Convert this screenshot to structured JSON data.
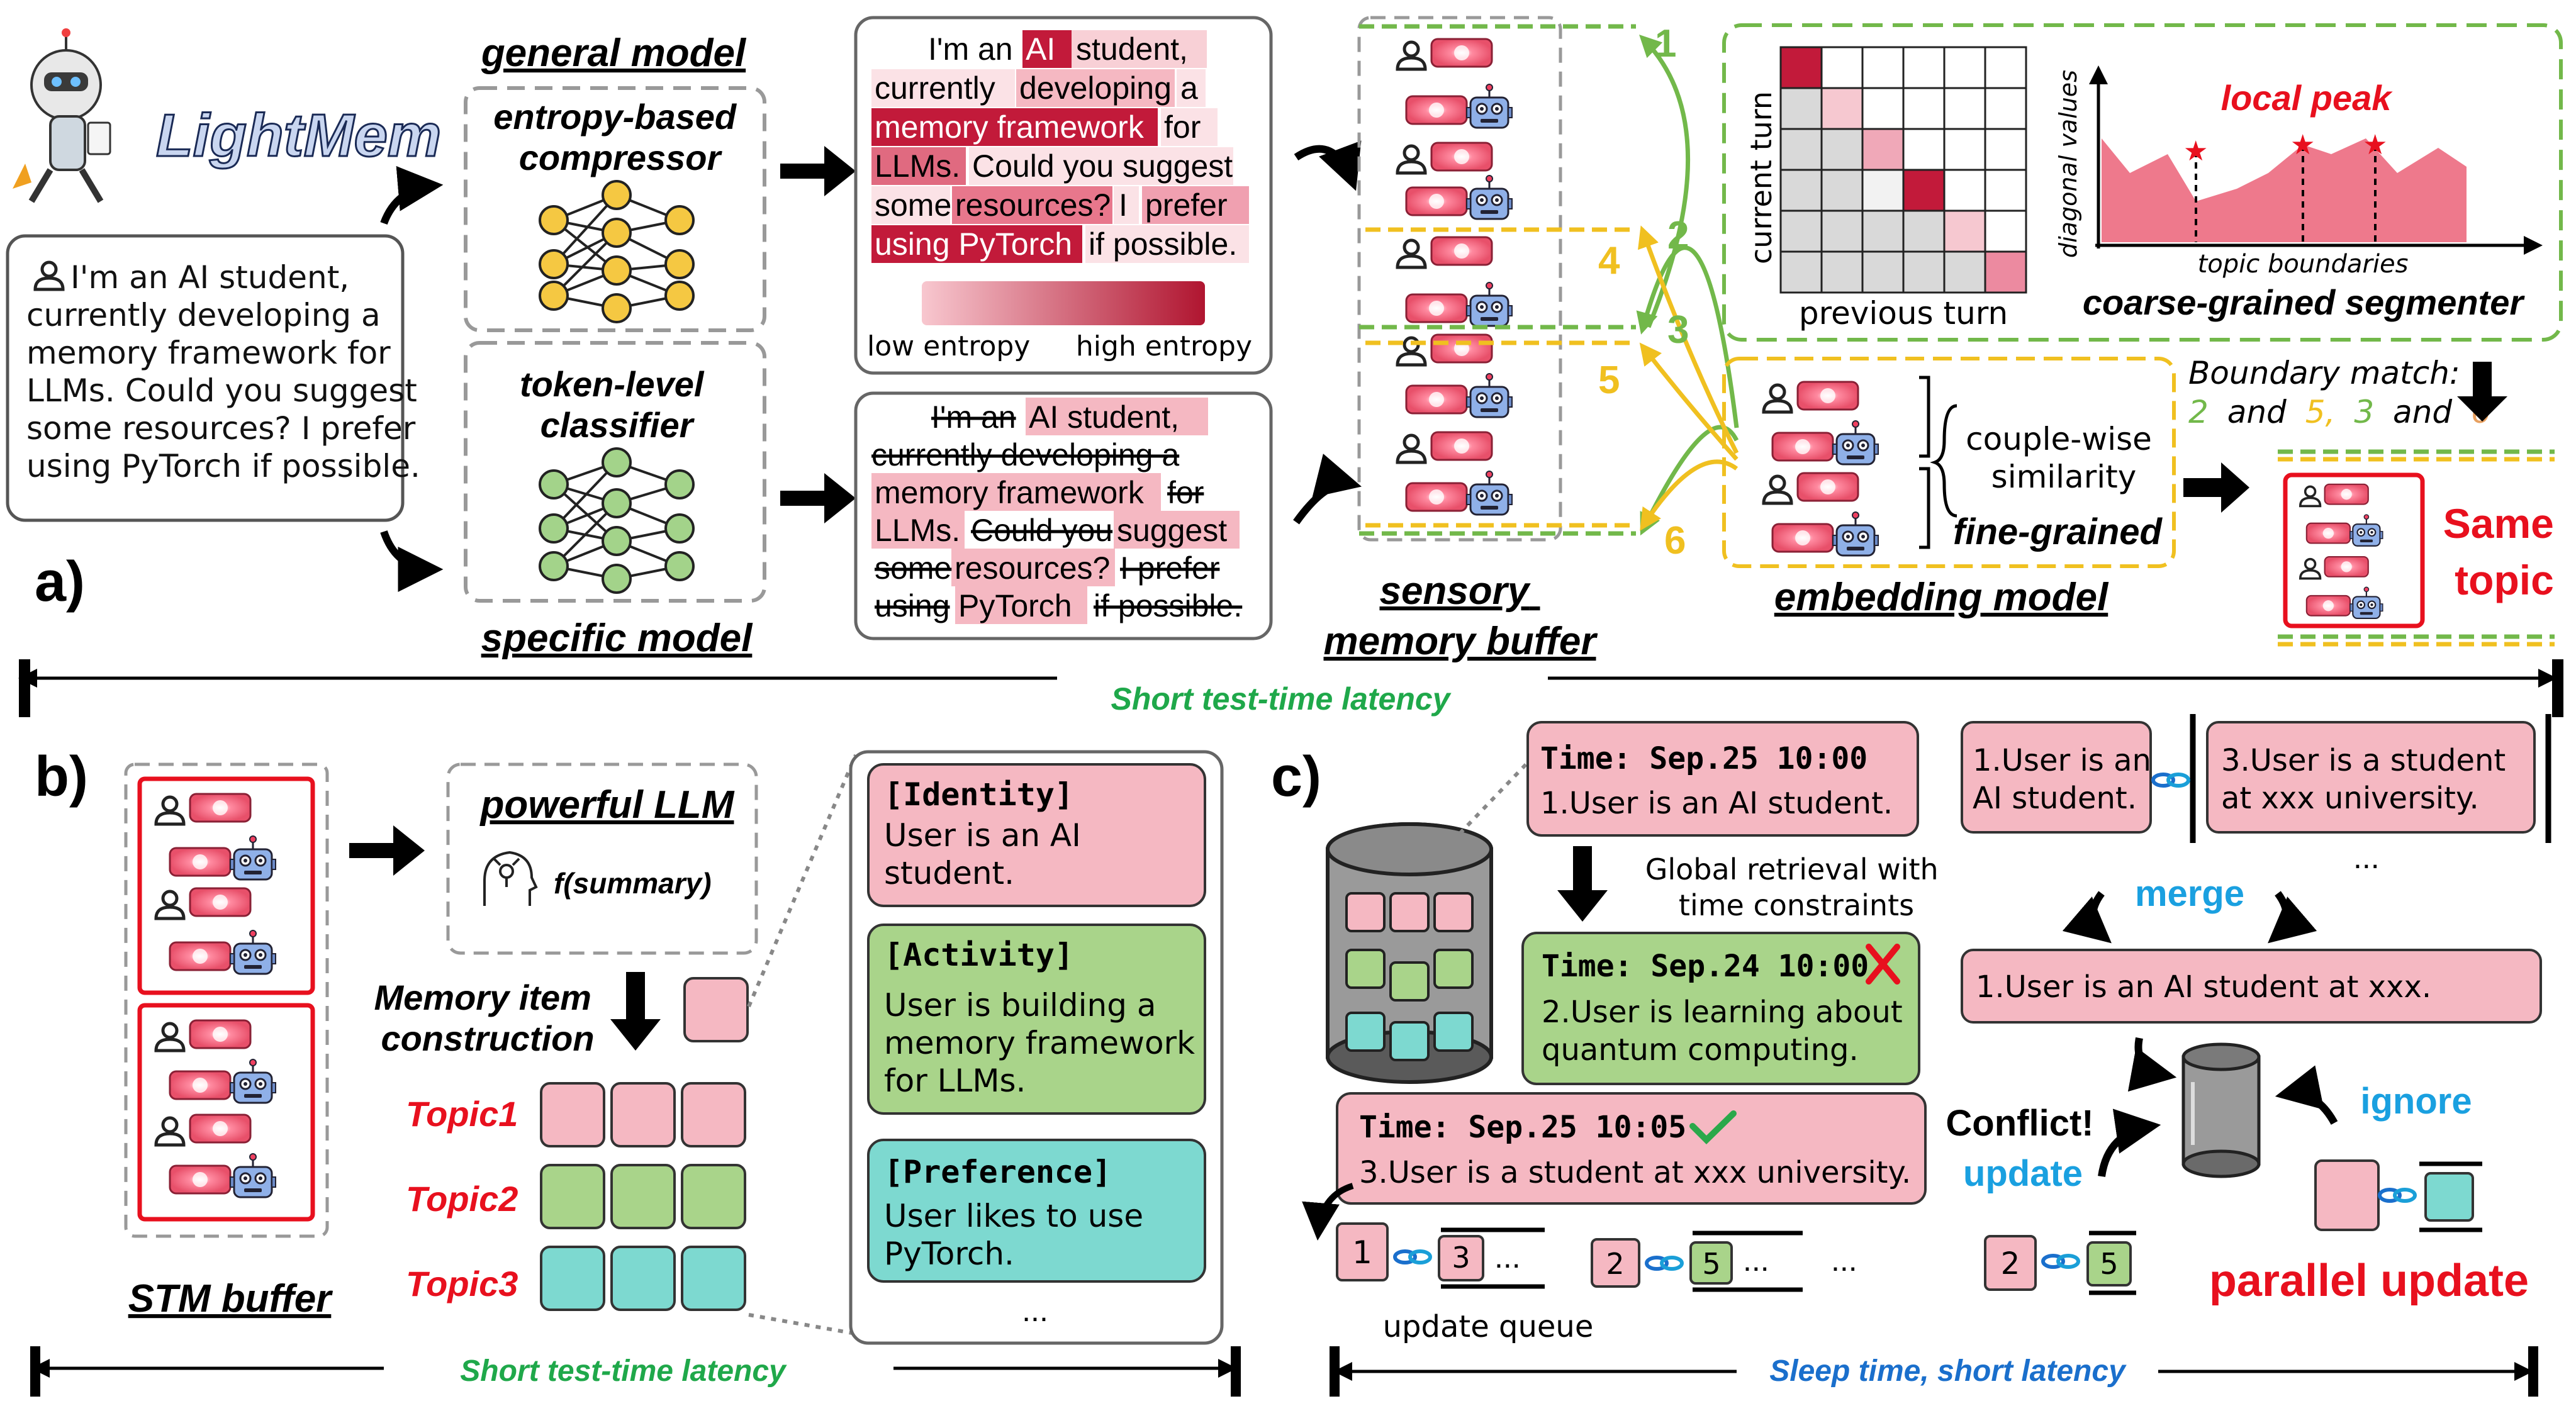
{
  "panel_labels": {
    "a": "a)",
    "b": "b)",
    "c": "c)"
  },
  "logo": {
    "text": "LightMem"
  },
  "panel_a": {
    "input_text": [
      "I'm an AI student,",
      "currently developing a",
      "memory framework for",
      "LLMs. Could you suggest",
      "some resources? I prefer",
      "using PyTorch if possible."
    ],
    "general_model": "general model",
    "entropy_compressor": [
      "entropy-based",
      "compressor"
    ],
    "token_classifier": [
      "token-level",
      "classifier"
    ],
    "specific_model": "specific model",
    "entropy_lines": [
      [
        "I'm an",
        "AI",
        "student,"
      ],
      [
        "currently",
        "developing",
        "a"
      ],
      [
        "memory framework",
        "for"
      ],
      [
        "LLMs.",
        "Could you suggest"
      ],
      [
        "some",
        "resources?",
        "I",
        "prefer"
      ],
      [
        "using PyTorch",
        "if possible."
      ]
    ],
    "low_entropy": "low entropy",
    "high_entropy": "high entropy",
    "classifier_lines": [
      [
        "I'm an",
        "AI student,"
      ],
      [
        "currently developing a"
      ],
      [
        "memory framework",
        "for"
      ],
      [
        "LLMs.",
        "Could you",
        "suggest"
      ],
      [
        "some",
        "resources?",
        "I prefer"
      ],
      [
        "using",
        "PyTorch",
        "if possible."
      ]
    ],
    "buffer_label": [
      "sensory",
      "memory buffer"
    ],
    "numbers": [
      "1",
      "2",
      "3",
      "4",
      "5",
      "6"
    ],
    "matrix_ylabel": "current turn",
    "matrix_xlabel": "previous turn",
    "diag_ylabel": "diagonal values",
    "local_peak": "local peak",
    "topic_boundaries": "topic boundaries",
    "segmenter_label": "coarse-grained segmenter",
    "boundary_match": {
      "title": "Boundary match:",
      "p1": "2",
      "and1": "and",
      "p2": "5,",
      "p3": "3",
      "and2": "and",
      "p4": "6"
    },
    "couple_wise": [
      "couple-wise",
      "similarity"
    ],
    "fine_grained": "fine-grained",
    "embedding_model": "embedding model",
    "same_topic": [
      "Same",
      "topic"
    ],
    "latency": "Short test-time latency"
  },
  "panel_b": {
    "stm_buffer": "STM buffer",
    "powerful_llm": "powerful LLM",
    "summary_fn": "f(summary)",
    "memory_item": [
      "Memory item",
      "construction"
    ],
    "topics": [
      "Topic1",
      "Topic2",
      "Topic3"
    ],
    "cards": [
      {
        "title": "[Identity]",
        "lines": [
          "User is  an AI",
          "student."
        ],
        "color": "#f5b8c2"
      },
      {
        "title": "[Activity]",
        "lines": [
          "User is  building a",
          "memory framework",
          "for LLMs."
        ],
        "color": "#a9d48a"
      },
      {
        "title": "[Preference]",
        "lines": [
          "User likes to use",
          "PyTorch."
        ],
        "color": "#7dd9d0"
      }
    ],
    "ellipsis": "...",
    "latency": "Short test-time latency"
  },
  "panel_c": {
    "time1": "Time: Sep.25 10:00",
    "fact1": "1.User is  an AI student.",
    "global_retrieval": [
      "Global retrieval with",
      "time constraints"
    ],
    "time2": "Time: Sep.24 10:00",
    "fact2": [
      "2.User is learning about",
      "quantum computing."
    ],
    "time3": "Time: Sep.25 10:05",
    "fact3": "3.User is a student at xxx university.",
    "queue": [
      {
        "a": "1",
        "b": "3"
      },
      {
        "a": "2",
        "b": "5"
      }
    ],
    "queue_ellipsis": [
      "...",
      "...",
      "..."
    ],
    "update_queue": "update queue",
    "right_card1": [
      "1.User is  an",
      "AI student."
    ],
    "right_card2": [
      "3.User is a student",
      "at xxx university."
    ],
    "right_ellipsis": "...",
    "merge": "merge",
    "merged": "1.User is  an AI student at xxx.",
    "conflict": "Conflict!",
    "update": "update",
    "ignore": "ignore",
    "pair_a": "2",
    "pair_b": "5",
    "parallel_update": "parallel update",
    "latency": "Sleep time, short latency"
  },
  "colors": {
    "pink": "#f5b8c2",
    "green": "#a9d48a",
    "teal": "#7dd9d0",
    "red": "#e8101e",
    "dark_red": "#c21a3a",
    "latency_green": "#1fa84a",
    "latency_blue": "#1a6fcc",
    "merge_blue": "#1aa0e0",
    "gold": "#f0c020",
    "arrow_green": "#72b84a"
  }
}
